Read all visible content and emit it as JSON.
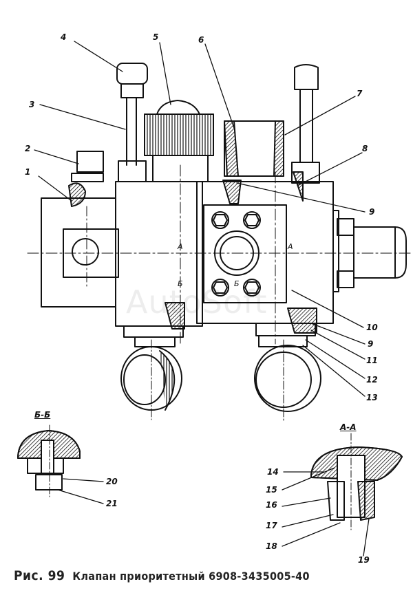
{
  "watermark": "AutoSoft",
  "caption": {
    "figure_label": "Рис. 99",
    "title": "Клапан приоритетный 6908-3435005-40"
  },
  "section_marks": {
    "a_left": "А",
    "a_right": "А",
    "b_left": "Б",
    "b_right": "Б"
  },
  "sections": {
    "b_b": "Б-Б",
    "a_a": "А-А"
  },
  "callouts": [
    "1",
    "2",
    "3",
    "4",
    "5",
    "6",
    "7",
    "8",
    "9",
    "10",
    "9",
    "11",
    "12",
    "13",
    "14",
    "15",
    "16",
    "17",
    "18",
    "19",
    "20",
    "21"
  ]
}
